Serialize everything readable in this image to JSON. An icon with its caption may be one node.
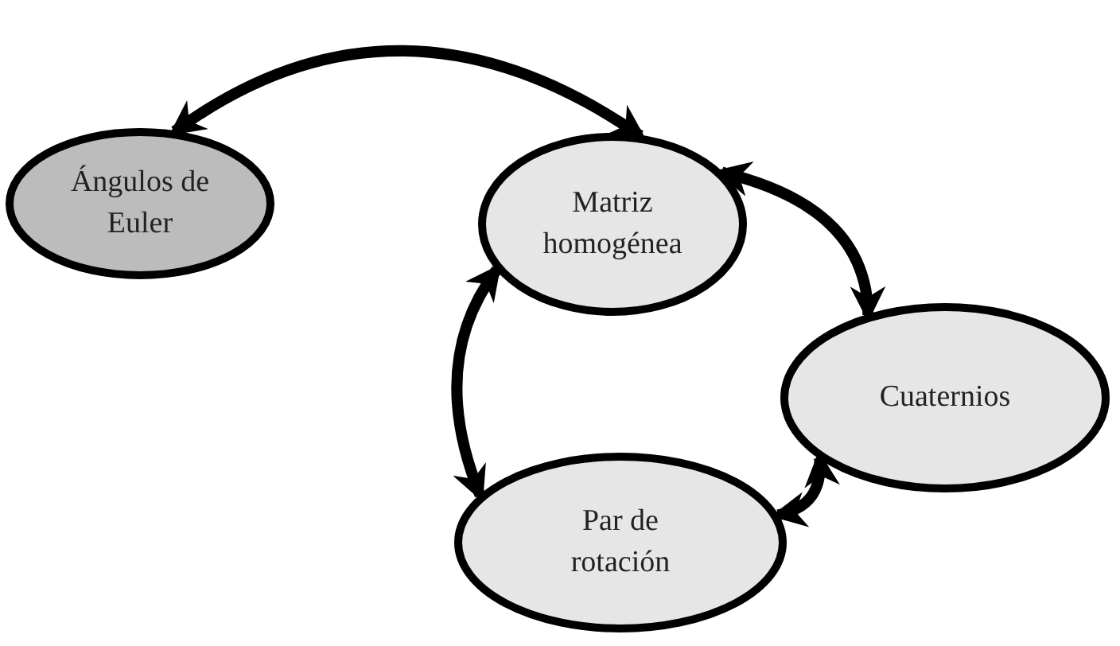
{
  "diagram": {
    "nodes": [
      {
        "text": [
          "Ángulos de Euler"
        ]
      },
      {
        "text": [
          "Matriz homogénea"
        ]
      },
      {
        "text": [
          "Cuaternios"
        ]
      },
      {
        "text": [
          "Par de rotación"
        ]
      }
    ],
    "edges": [
      {
        "from": 0,
        "to": 1,
        "arrow": "both"
      },
      {
        "from": 1,
        "to": 2,
        "arrow": "both"
      },
      {
        "from": 1,
        "to": 3,
        "arrow": "both"
      },
      {
        "from": 3,
        "to": 2,
        "arrow": "both"
      }
    ]
  }
}
